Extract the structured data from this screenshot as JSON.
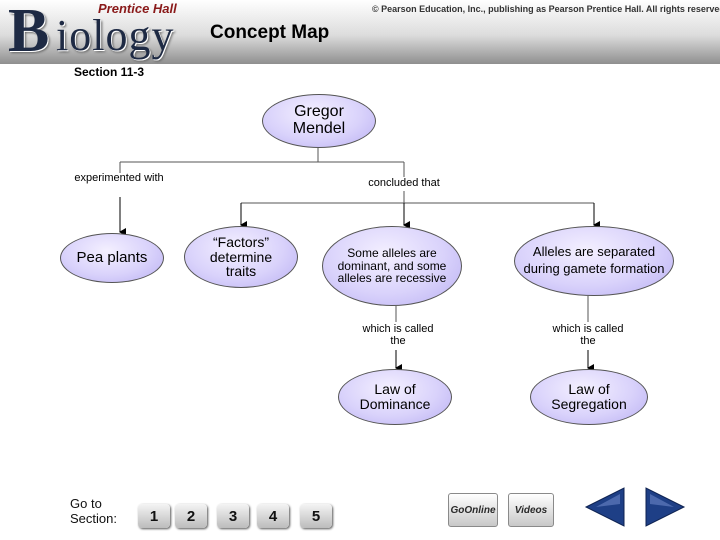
{
  "header": {
    "logo_big": "B",
    "logo_rest": "iology",
    "logo_publisher": "Prentice Hall",
    "copyright": "© Pearson Education, Inc., publishing as Pearson Prentice Hall. All rights reserved.",
    "title": "Concept Map",
    "section": "Section 11-3"
  },
  "map": {
    "root": "Gregor Mendel",
    "link_experimented": "experimented with",
    "link_concluded": "concluded that",
    "pea_plants": "Pea plants",
    "factors": "“Factors” determine traits",
    "dominant": "Some alleles are dominant, and some alleles are recessive",
    "segregation": "Alleles are separated during gamete formation",
    "link_called_1": "which is called the",
    "link_called_2": "which is called the",
    "law_dominance": "Law of Dominance",
    "law_segregation": "Law of Segregation"
  },
  "nav": {
    "goto_line1": "Go to",
    "goto_line2": "Section:",
    "sections": [
      "1",
      "2",
      "3",
      "4",
      "5"
    ],
    "goonline_label": "GoOnline",
    "videos_label": "Videos",
    "prev_icon": "arrow-left-icon",
    "next_icon": "arrow-right-icon"
  },
  "colors": {
    "oval_fill": "#d9d2fb",
    "title_dark": "#1e2a44",
    "arrow_blue": "#1e3f86"
  }
}
